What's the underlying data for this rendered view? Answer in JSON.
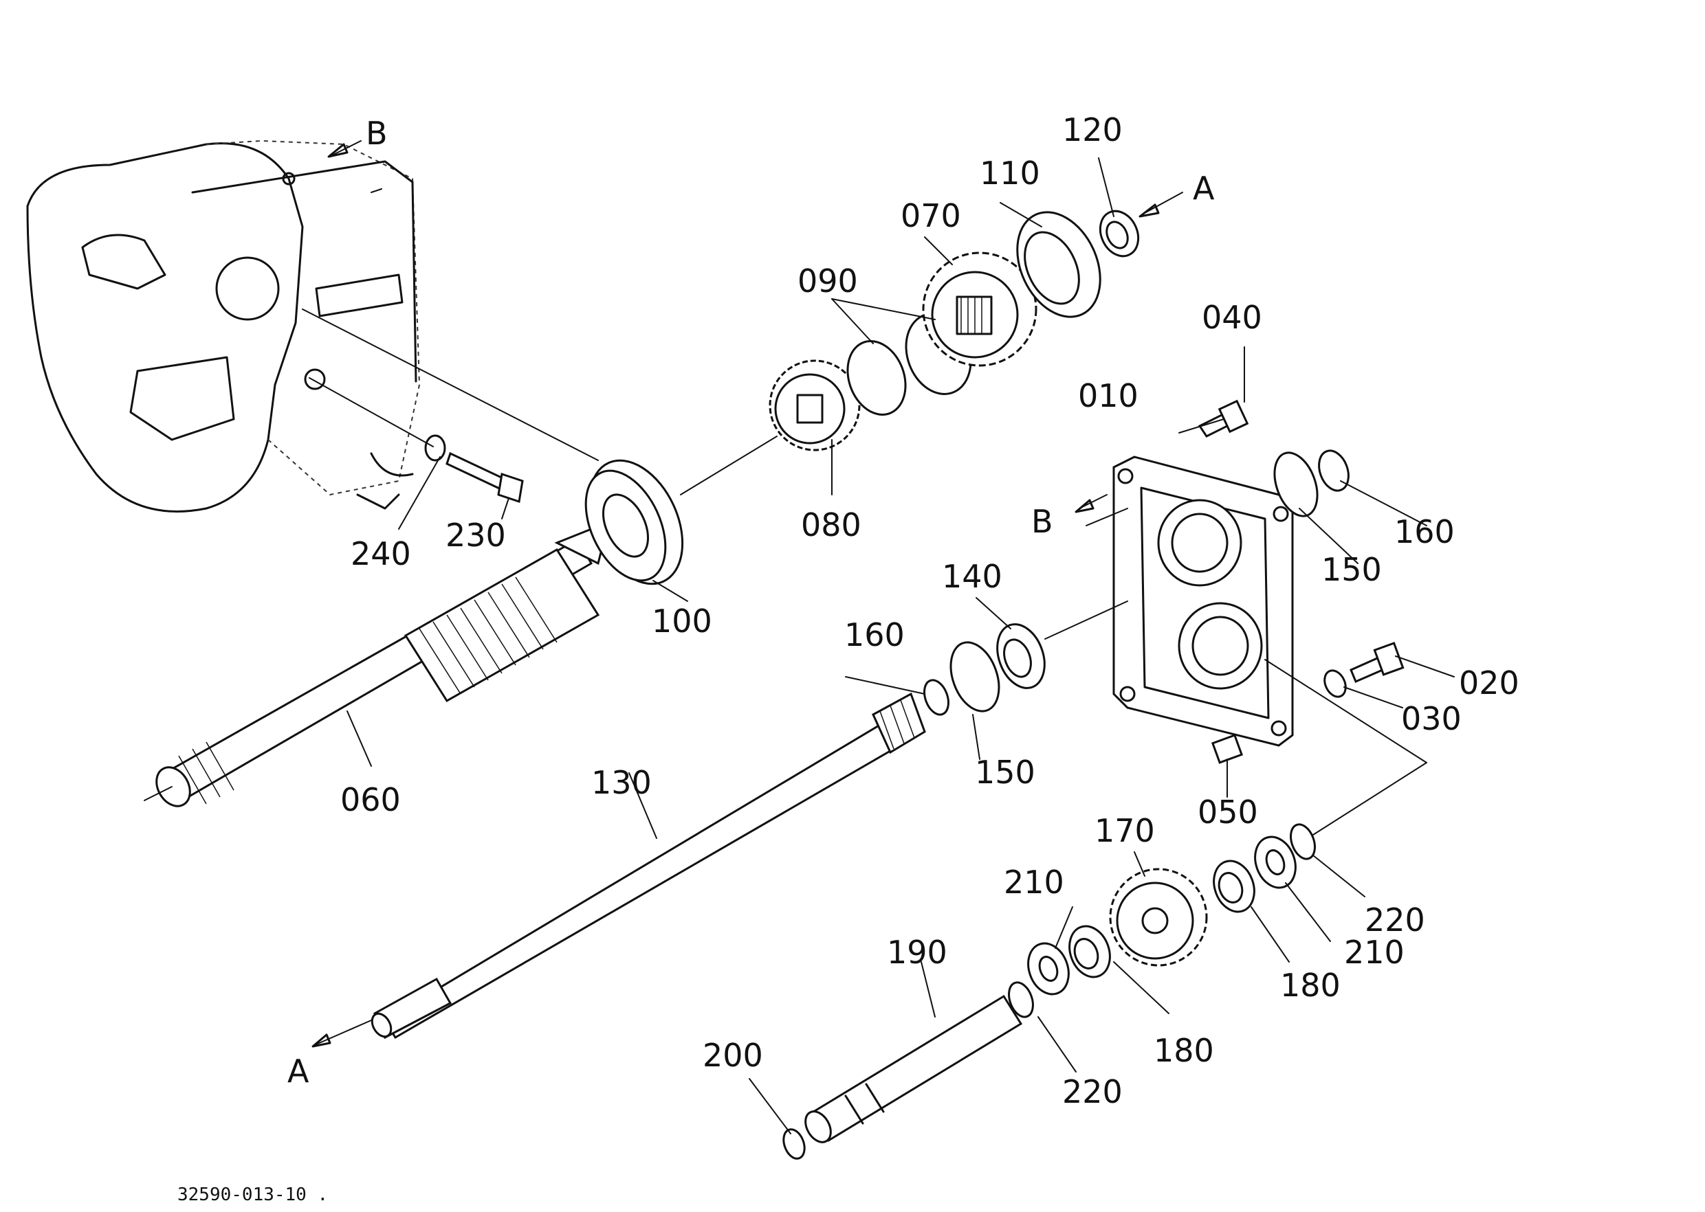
{
  "drawing_code": "32590-013-10 .",
  "reference_marks": {
    "a_top": "A",
    "a_bottom": "A",
    "b_top": "B",
    "b_mid": "B"
  },
  "callouts": {
    "p010": "010",
    "p020": "020",
    "p030": "030",
    "p040": "040",
    "p050": "050",
    "p060": "060",
    "p070": "070",
    "p080": "080",
    "p090": "090",
    "p100": "100",
    "p110": "110",
    "p120": "120",
    "p130": "130",
    "p140": "140",
    "p150a": "150",
    "p150b": "150",
    "p160a": "160",
    "p160b": "160",
    "p170": "170",
    "p180a": "180",
    "p180b": "180",
    "p190": "190",
    "p200": "200",
    "p210a": "210",
    "p210b": "210",
    "p220a": "220",
    "p220b": "220",
    "p230": "230",
    "p240": "240"
  }
}
